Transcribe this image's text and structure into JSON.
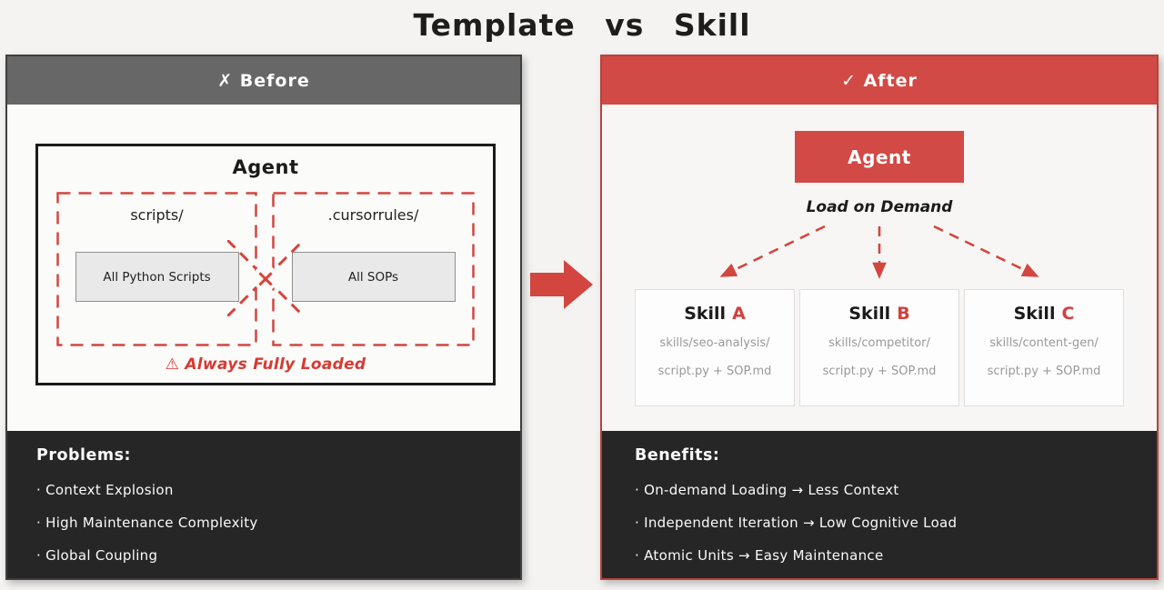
{
  "title": "Template vs Skill",
  "colors": {
    "accent_red": "#d24a45",
    "header_gray": "#676767",
    "panel_dark": "#262626"
  },
  "icons": {
    "before_mark": "cross-mark",
    "after_mark": "check-mark",
    "warning_glyph": "warning-triangle",
    "mid_arrow": "thick-right-arrow",
    "load_arrows": "dashed-down-arrows"
  },
  "before": {
    "header": "✗ Before",
    "agent_title": "Agent",
    "groups": [
      {
        "label": "scripts/",
        "box": "All Python Scripts"
      },
      {
        "label": ".cursorrules/",
        "box": "All SOPs"
      }
    ],
    "cross_mark": "×",
    "warning": "⚠ Always Fully Loaded",
    "problems_title": "Problems:",
    "problems": [
      "· Context Explosion",
      "· High Maintenance Complexity",
      "· Global Coupling"
    ]
  },
  "after": {
    "header": "✓ After",
    "agent_label": "Agent",
    "load_label": "Load on Demand",
    "skills": [
      {
        "name": "Skill",
        "letter": "A",
        "path": "skills/seo-analysis/",
        "files": "script.py + SOP.md"
      },
      {
        "name": "Skill",
        "letter": "B",
        "path": "skills/competitor/",
        "files": "script.py + SOP.md"
      },
      {
        "name": "Skill",
        "letter": "C",
        "path": "skills/content-gen/",
        "files": "script.py + SOP.md"
      }
    ],
    "benefits_title": "Benefits:",
    "benefits": [
      "· On-demand Loading → Less Context",
      "· Independent Iteration → Low Cognitive Load",
      "· Atomic Units → Easy Maintenance"
    ]
  }
}
